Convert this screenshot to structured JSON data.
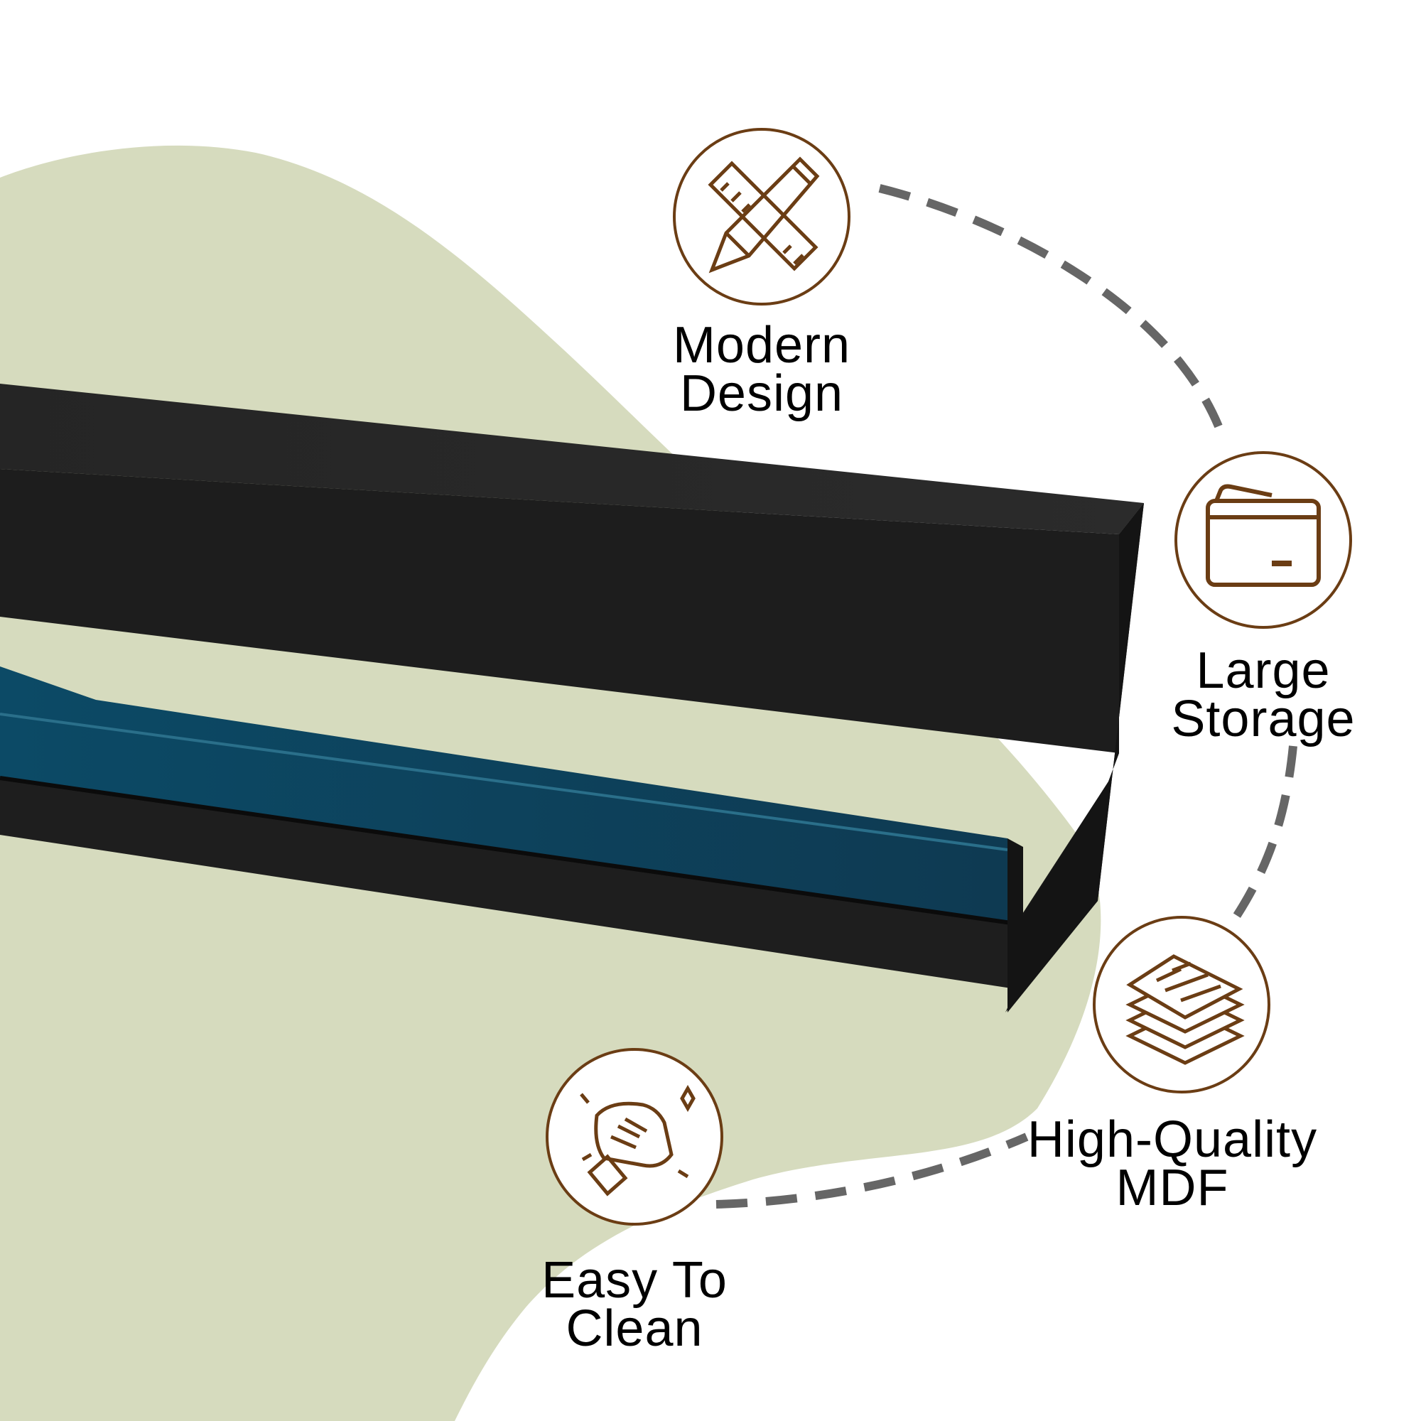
{
  "features": {
    "modern_design": {
      "line1": "Modern",
      "line2": "Design",
      "icon": "ruler-pencil-icon"
    },
    "large_storage": {
      "line1": "Large",
      "line2": "Storage",
      "icon": "drawer-icon"
    },
    "high_quality_mdf": {
      "line1": "High-Quality",
      "line2": "MDF",
      "icon": "stacked-boards-icon"
    },
    "easy_to_clean": {
      "line1": "Easy To",
      "line2": "Clean",
      "icon": "hand-wiping-icon"
    }
  },
  "colors": {
    "icon_brown": "#6b3d14",
    "blob_green": "#d6dbbe",
    "cabinet_black": "#1c1c1c",
    "led_blue": "#0f3a52",
    "dash_gray": "#666666"
  }
}
